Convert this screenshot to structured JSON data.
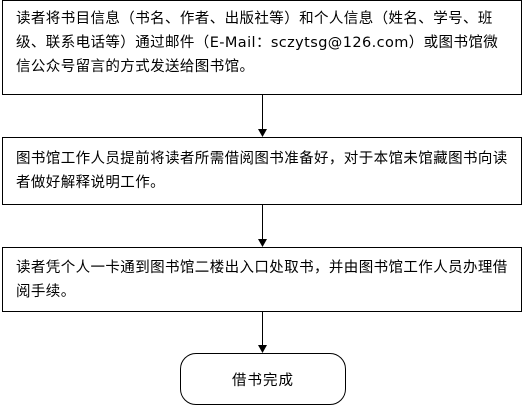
{
  "steps": [
    {
      "text": "读者将书目信息（书名、作者、出版社等）和个人信息（姓名、学号、班级、联系电话等）通过邮件（E-Mail：sczytsg@126.com）或图书馆微信公众号留言的方式发送给图书馆。"
    },
    {
      "text": "图书馆工作人员提前将读者所需借阅图书准备好，对于本馆未馆藏图书向读者做好解释说明工作。"
    },
    {
      "text": "读者凭个人一卡通到图书馆二楼出入口处取书，并由图书馆工作人员办理借阅手续。"
    }
  ],
  "end": {
    "label": "借书完成"
  }
}
